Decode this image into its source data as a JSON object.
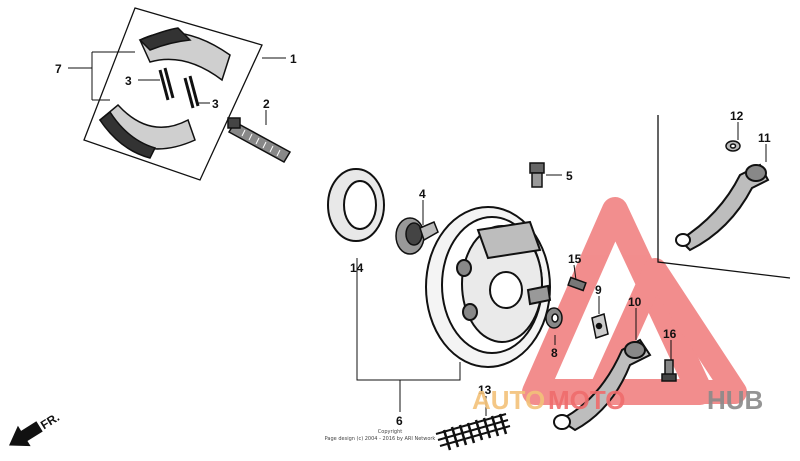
{
  "diagram": {
    "callouts": [
      "1",
      "2",
      "3",
      "3",
      "4",
      "5",
      "6",
      "7",
      "8",
      "9",
      "10",
      "11",
      "12",
      "13",
      "14",
      "15",
      "16"
    ],
    "direction_label": "FR.",
    "copyright": [
      "Copyright",
      "Page design (c) 2004 - 2016 by ARI Network"
    ]
  },
  "watermark": {
    "auto": "AUTO",
    "moto": "MOTO",
    "hub": "HUB",
    "colors": {
      "triangle": "#f07a7a",
      "auto": "#f3c27a",
      "moto": "#ef6c6c",
      "hub": "#8a8a8a"
    }
  }
}
